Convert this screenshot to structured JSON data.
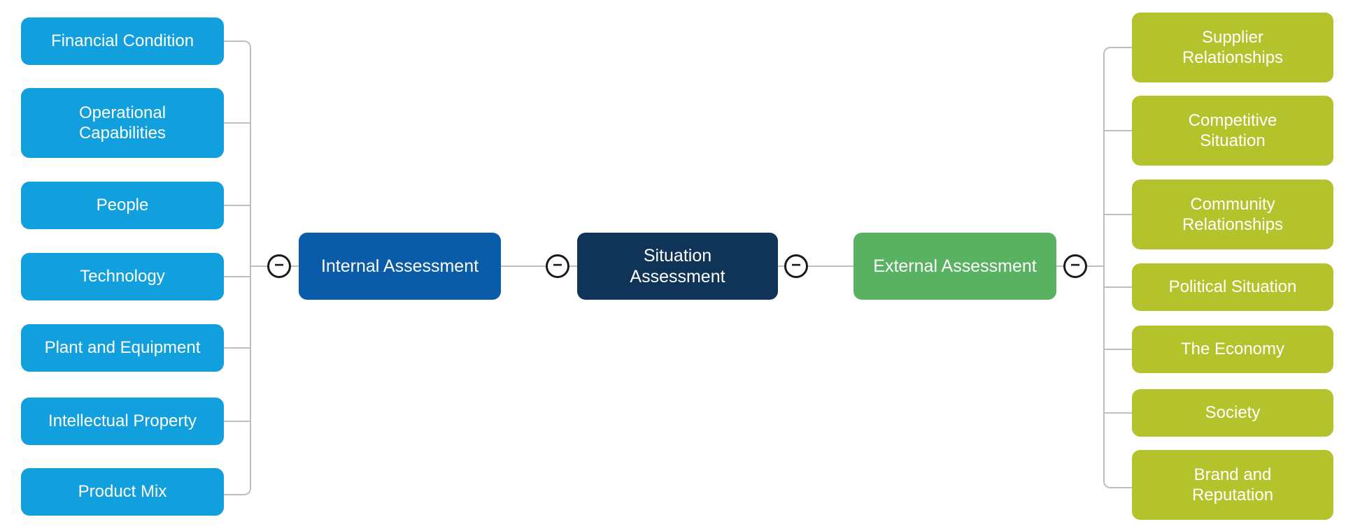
{
  "colors": {
    "internal_child_fill": "#11a0dd",
    "internal_node_fill": "#0b5ca8",
    "center_node_fill": "#103458",
    "external_node_fill": "#58b262",
    "external_child_fill": "#b4c32c",
    "connector": "#bfbfbf",
    "collapse_icon": "#1a1a1a",
    "node_text": "#ffffff"
  },
  "icons": {
    "collapse_glyph": "−"
  },
  "center_node": {
    "label": "Situation\nAssessment"
  },
  "internal_branch": {
    "label": "Internal Assessment",
    "children": [
      {
        "label": "Financial Condition"
      },
      {
        "label": "Operational\nCapabilities"
      },
      {
        "label": "People"
      },
      {
        "label": "Technology"
      },
      {
        "label": "Plant and Equipment"
      },
      {
        "label": "Intellectual Property"
      },
      {
        "label": "Product Mix"
      }
    ]
  },
  "external_branch": {
    "label": "External Assessment",
    "children": [
      {
        "label": "Supplier\nRelationships"
      },
      {
        "label": "Competitive\nSituation"
      },
      {
        "label": "Community\nRelationships"
      },
      {
        "label": "Political Situation"
      },
      {
        "label": "The Economy"
      },
      {
        "label": "Society"
      },
      {
        "label": "Brand and\nReputation"
      }
    ]
  }
}
